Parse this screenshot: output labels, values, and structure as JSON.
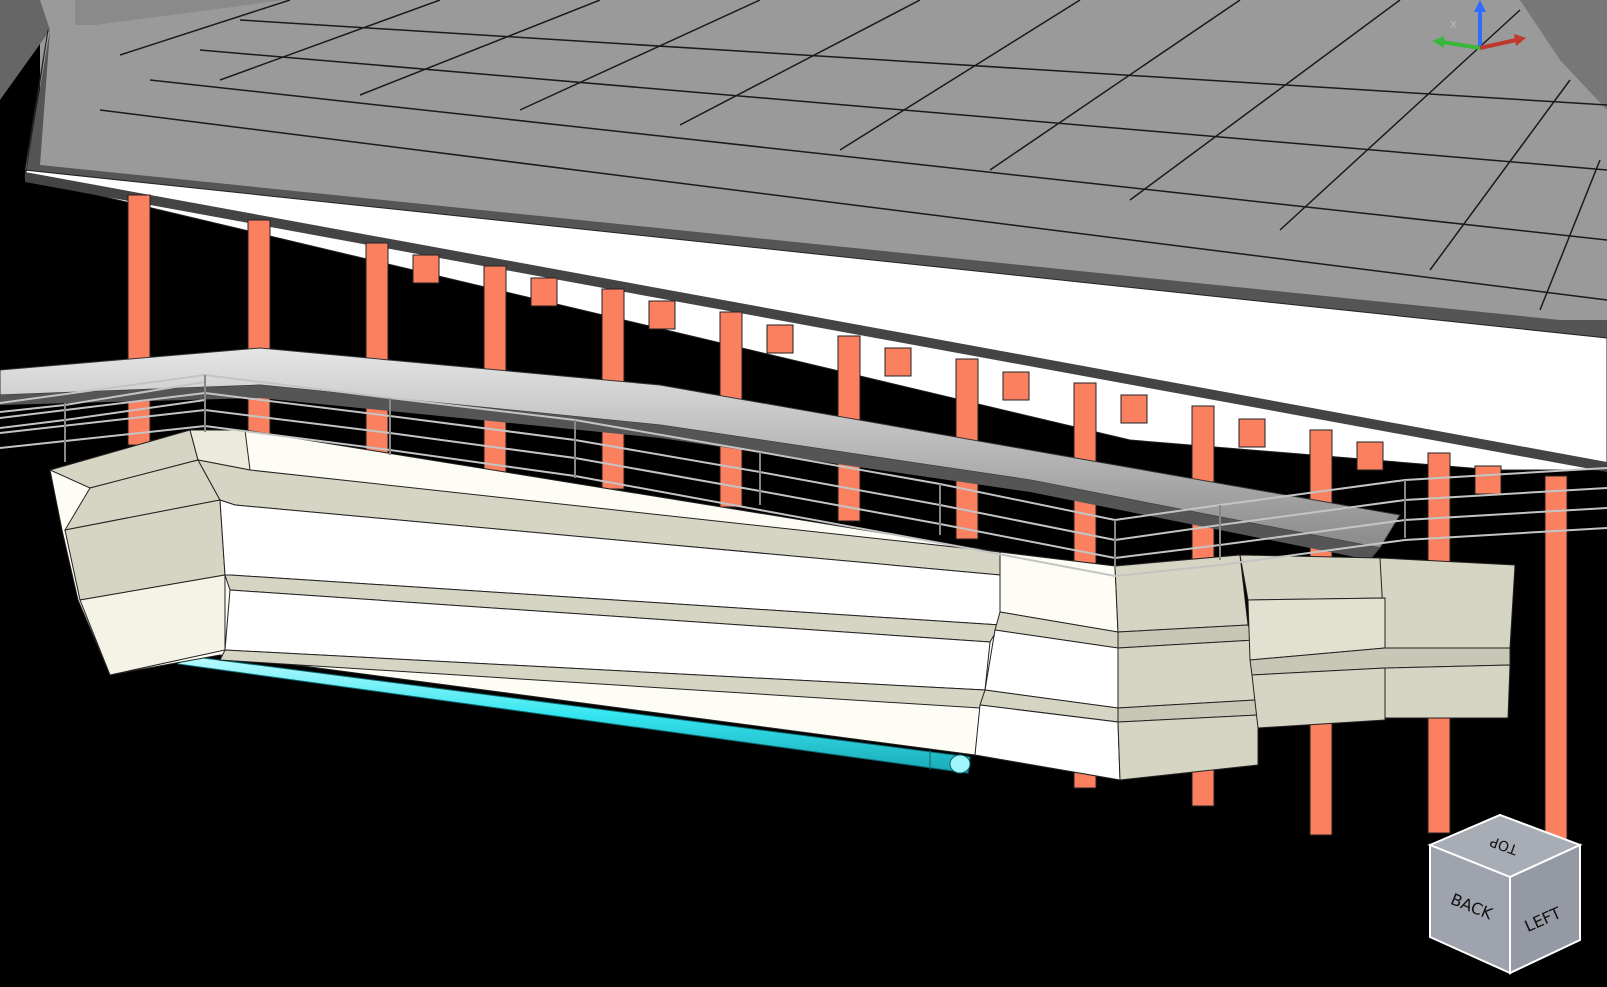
{
  "viewport": {
    "background": "#000000"
  },
  "colors": {
    "roof_grey": "#9a9a9a",
    "roof_grid": "#1a1a1a",
    "fascia_white": "#ffffff",
    "column_orange": "#fa8060",
    "barrier_beige": "#d6d5c3",
    "barrier_light": "#fdfdf5",
    "pipe_cyan": "#35e6f0",
    "railing_grey": "#bdbdbd",
    "cube_face": "#9ea3ad"
  },
  "axis_gizmo": {
    "x_label": "X",
    "icons": [
      "axis-z-arrow-icon",
      "axis-y-arrow-icon",
      "axis-x-arrow-icon"
    ]
  },
  "view_cube": {
    "top_label": "TOP",
    "back_label": "BACK",
    "left_label": "LEFT"
  }
}
